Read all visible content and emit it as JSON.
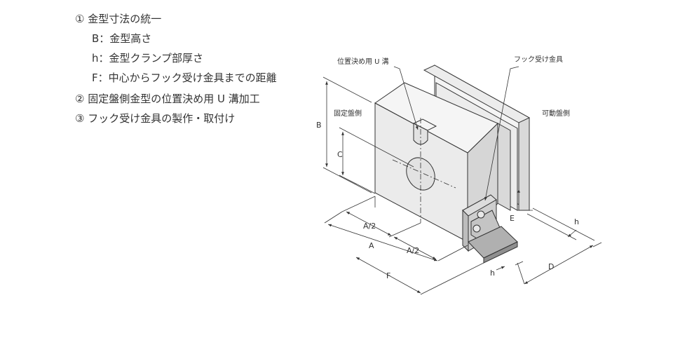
{
  "notes": [
    {
      "id": "note-1",
      "text": "① 金型寸法の統一",
      "indent": false
    },
    {
      "id": "note-1-b",
      "text": "B：金型高さ",
      "indent": true
    },
    {
      "id": "note-1-h",
      "text": "h：金型クランプ部厚さ",
      "indent": true
    },
    {
      "id": "note-1-f",
      "text": "F：中心からフック受け金具までの距離",
      "indent": true
    },
    {
      "id": "note-2",
      "text": "② 固定盤側金型の位置決め用 U 溝加工",
      "indent": false
    },
    {
      "id": "note-3",
      "text": "③ フック受け金具の製作・取付け",
      "indent": false
    }
  ],
  "diagram": {
    "labels": {
      "u_groove": "位置決め用 U 溝",
      "hook_fitting": "フック受け金具",
      "fixed_side": "固定盤側",
      "movable_side": "可動盤側"
    },
    "dimensions": {
      "B": "B",
      "C": "C",
      "A_half_1": "A/2",
      "A": "A",
      "A_half_2": "A/2",
      "F": "F",
      "E": "E",
      "h_top": "h",
      "h_bottom": "h",
      "D": "D"
    },
    "colors": {
      "block_face": "#ececec",
      "block_side": "#d9d9d9",
      "block_top": "#f4f4f4",
      "fitting": "#c8c8c8",
      "line": "#333333"
    }
  }
}
